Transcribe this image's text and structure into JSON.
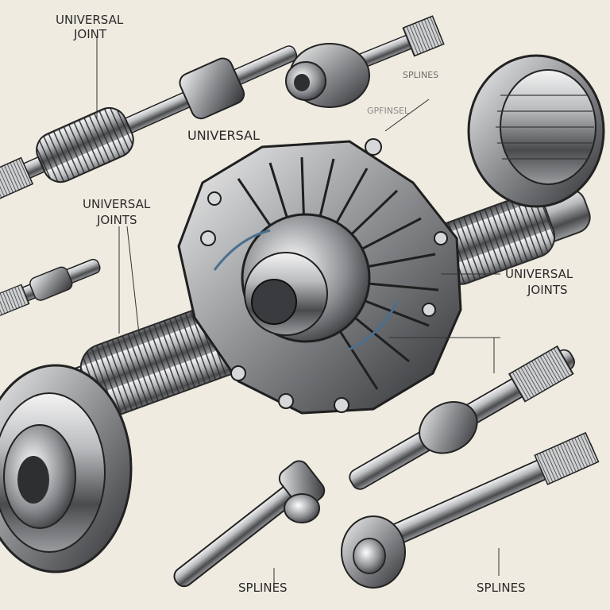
{
  "labels": {
    "universal_joint_top": [
      "UNIVERSAL",
      "JOINT"
    ],
    "splines_top": "SPLINES",
    "garbled_top": "GPFINSEL",
    "universal_center": "UNIVERSAL",
    "universal_joints_left": [
      "UNIVERSAL",
      "JOINTS"
    ],
    "universal_joints_right": [
      "UNIVERSAL",
      "JOINTS"
    ],
    "splines_bottom_left": "SPLINES",
    "splines_bottom_right": "SPLINES"
  },
  "colors": {
    "background": "#efebe1",
    "ink": "#2a2a2a",
    "metal_dark": "#3b3b3b",
    "metal_mid": "#7d7f82",
    "metal_light": "#d9dadc",
    "accent_blue": "#4a6f8f"
  }
}
